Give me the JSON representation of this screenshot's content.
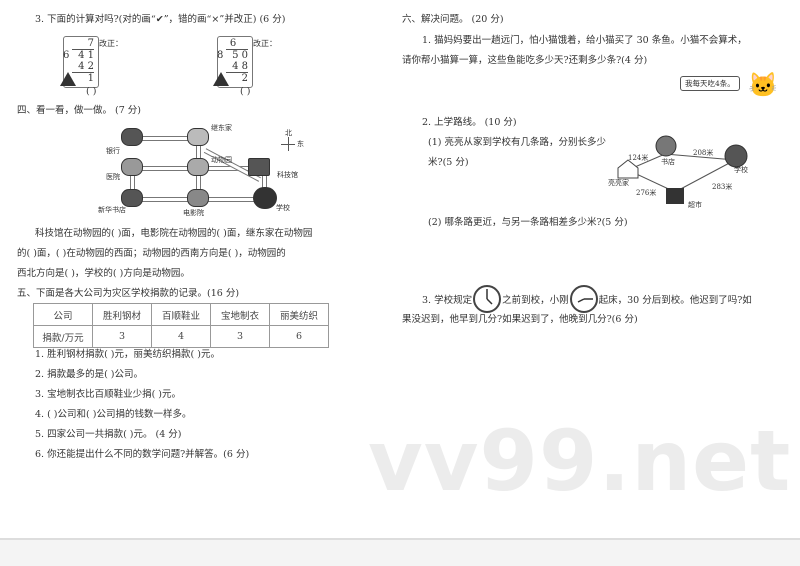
{
  "left": {
    "q3_title": "3. 下面的计算对吗?(对的画“✔”，错的画“×”并改正) (6 分)",
    "calc1": {
      "quotient": "7",
      "divisor": "6",
      "dividend": "4 1",
      "product": "4 2",
      "remainder": "1"
    },
    "calc2": {
      "quotient": "6",
      "divisor": "8",
      "dividend": "5 0",
      "product": "4 8",
      "remainder": "2"
    },
    "correct_label": "改正：",
    "paren": "(      )",
    "sec4_title": "四、看一看，做一做。 (7 分)",
    "map": {
      "labels": [
        "银行",
        "继东家",
        "动物园",
        "医院",
        "科技馆",
        "新华书店",
        "电影院",
        "学校"
      ],
      "north": "北",
      "east": "东"
    },
    "sec4_lines": [
      "科技馆在动物园的(        )面，电影院在动物园的(        )面，继东家在动物园",
      "的(        )面，(        )在动物园的西面；动物园的西南方向是(        )，动物园的",
      "西北方向是(        )，学校的(        )方向是动物园。"
    ],
    "sec5_title": "五、下面是各大公司为灾区学校捐款的记录。(16 分)",
    "table": {
      "header": [
        "公司",
        "胜利钢材",
        "百顺鞋业",
        "宝地制衣",
        "丽美纺织"
      ],
      "row": [
        "捐款/万元",
        "3",
        "4",
        "3",
        "6"
      ]
    },
    "sec5_items": [
      "1. 胜利钢材捐款(            )元，丽美纺织捐款(            )元。",
      "2. 捐款最多的是(        )公司。",
      "3. 宝地制衣比百顺鞋业少捐(            )元。",
      "4. (          )公司和(          )公司捐的钱数一样多。",
      "5. 四家公司一共捐款(            )元。 (4 分)",
      "6. 你还能提出什么不同的数学问题?并解答。(6 分)"
    ]
  },
  "right": {
    "sec6_title": "六、解决问题。 (20 分)",
    "q1_lines": [
      "1. 猫妈妈要出一趟远门，怕小猫饿着，给小猫买了 30 条鱼。小猫不会算术，",
      "请你帮小猫算一算，这些鱼能吃多少天?还剩多少条?(4 分)"
    ],
    "bubble": "我每天吃4条。",
    "q2_title": "2. 上学路线。 (10 分)",
    "q2_1": [
      "(1) 亮亮从家到学校有几条路，分别长多少",
      "米?(5 分)"
    ],
    "route": {
      "home": "亮亮家",
      "shop": "书店",
      "school": "学校",
      "market": "超市",
      "d1": "124米",
      "d2": "208米",
      "d3": "276米",
      "d4": "283米"
    },
    "q2_2": "(2) 哪条路更近，与另一条路相差多少米?(5 分)",
    "q3_parts": [
      "3. 学校规定",
      "之前到校，小刚",
      "起床，30 分后到校。他迟到了吗?如"
    ],
    "q3_line2": "果没迟到，他早到几分?如果迟到了，他晚到几分?(6 分)"
  },
  "watermark": "vv99.net"
}
